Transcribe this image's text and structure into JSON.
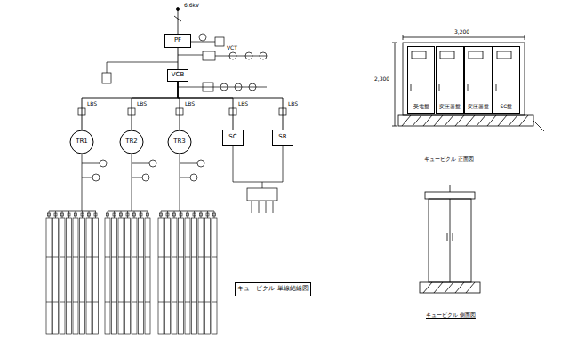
{
  "diagram": {
    "nodes": [
      {
        "text": [
          "PF"
        ]
      },
      {
        "text": [
          "VCB"
        ]
      },
      {
        "text": [
          "TR1"
        ]
      },
      {
        "text": [
          "TR2"
        ]
      },
      {
        "text": [
          "TR3"
        ]
      },
      {
        "text": [
          "SC"
        ]
      },
      {
        "text": [
          "SR"
        ]
      },
      {
        "text": [
          "キュービクル 単線結線図"
        ]
      },
      {
        "text": [
          "受電盤"
        ]
      },
      {
        "text": [
          "変圧器盤"
        ]
      },
      {
        "text": [
          "変圧器盤"
        ]
      },
      {
        "text": [
          "SC盤"
        ]
      }
    ],
    "edges": [
      {
        "from": 0,
        "to": 1,
        "arrow": "none"
      },
      {
        "from": 1,
        "to": 2,
        "arrow": "none"
      },
      {
        "from": 1,
        "to": 3,
        "arrow": "none"
      },
      {
        "from": 1,
        "to": 4,
        "arrow": "none"
      },
      {
        "from": 1,
        "to": 5,
        "arrow": "none"
      },
      {
        "from": 1,
        "to": 6,
        "arrow": "none"
      }
    ],
    "labels": [
      "6.6kV",
      "VCT",
      "LBS",
      "LBS",
      "LBS",
      "LBS",
      "LBS",
      "3,200",
      "2,300",
      "キュービクル 正面図",
      "キュービクル 側面図"
    ]
  }
}
